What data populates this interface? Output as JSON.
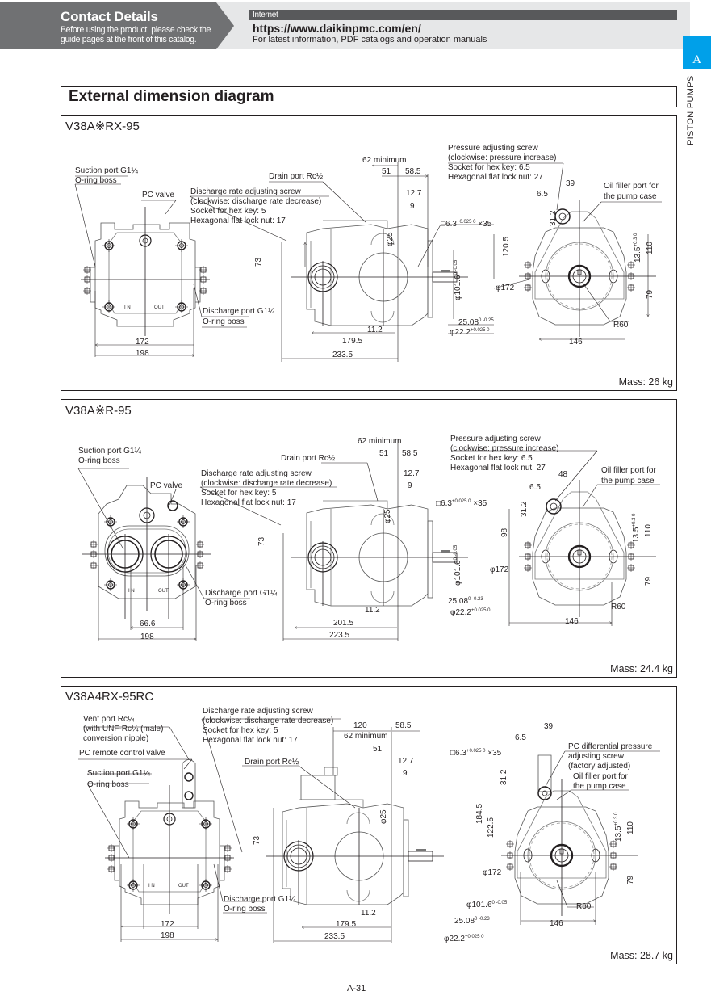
{
  "header": {
    "contact_title": "Contact Details",
    "contact_sub_line1": "Before using the product, please check the",
    "contact_sub_line2": "guide pages at the front of this catalog.",
    "internet_label": "Internet",
    "url": "https://www.daikinpmc.com/en/",
    "url_description": "For latest information, PDF catalogs and operation manuals"
  },
  "side_tab": {
    "letter": "A",
    "category": "PISTON PUMPS",
    "accent_color": "#00a0e9"
  },
  "section_title": "External dimension diagram",
  "panels": [
    {
      "model": "V38A※RX-95",
      "mass": "Mass: 26 kg",
      "labels": {
        "suction_1": "Suction port G1¼",
        "suction_2": "O-ring boss",
        "pc_valve": "PC valve",
        "drain": "Drain port Rc½",
        "discharge_rate_1": "Discharge rate adjusting screw",
        "discharge_rate_2": "(clockwise: discharge rate decrease)",
        "discharge_rate_3": "Socket for hex key: 5",
        "discharge_rate_4": "Hexagonal flat lock nut: 17",
        "discharge_port_1": "Discharge port G1¼",
        "discharge_port_2": "O-ring boss",
        "pressure_1": "Pressure adjusting screw",
        "pressure_2": "(clockwise: pressure increase)",
        "pressure_3": "Socket for hex key: 6.5",
        "pressure_4": "Hexagonal flat lock nut: 27",
        "oil_filler_1": "Oil filler port for",
        "oil_filler_2": "the pump case",
        "in": "I N",
        "out": "OUT"
      },
      "dims": {
        "front_inner_width": "172",
        "front_outer_width": "198",
        "min62": "62 minimum",
        "d51": "51",
        "d58_5": "58.5",
        "d12_7": "12.7",
        "d9": "9",
        "d73": "73",
        "phi25": "φ25",
        "key": "□6.3",
        "key_tol": "+0.025 0",
        "key_len": "×35",
        "phi101_6": "φ101.6",
        "phi101_6_tol": "0 -0.05",
        "d25_08": "25.08",
        "d25_08_tol": "0 -0.25",
        "phi22_2": "φ22.2",
        "phi22_2_tol": "+0.025 0",
        "d11_2": "11.2",
        "body_len": "179.5",
        "total_len": "233.5",
        "d39": "39",
        "d6_5": "6.5",
        "d31_2": "31.2",
        "height_upper": "120.5",
        "d13_5": "13.5",
        "d13_5_tol": "+0.3 0",
        "d110": "110",
        "d79": "79",
        "phi172": "φ172",
        "r60": "R60",
        "d146": "146"
      }
    },
    {
      "model": "V38A※R-95",
      "mass": "Mass: 24.4 kg",
      "labels": {
        "suction_1": "Suction port G1¼",
        "suction_2": "O-ring boss",
        "pc_valve": "PC valve",
        "drain": "Drain port Rc½",
        "discharge_rate_1": "Discharge rate adjusting screw",
        "discharge_rate_2": "(clockwise: discharge rate decrease)",
        "discharge_rate_3": "Socket for hex key: 5",
        "discharge_rate_4": "Hexagonal flat lock nut: 17",
        "discharge_port_1": "Discharge port G1¼",
        "discharge_port_2": "O-ring boss",
        "pressure_1": "Pressure adjusting screw",
        "pressure_2": "(clockwise: pressure increase)",
        "pressure_3": "Socket for hex key: 6.5",
        "pressure_4": "Hexagonal flat lock nut: 27",
        "oil_filler_1": "Oil filler port for",
        "oil_filler_2": "the pump case",
        "in": "I N",
        "out": "OUT"
      },
      "dims": {
        "port_pitch": "66.6",
        "front_outer_width": "198",
        "min62": "62 minimum",
        "d51": "51",
        "d58_5": "58.5",
        "d12_7": "12.7",
        "d9": "9",
        "d73": "73",
        "phi25": "φ25",
        "key": "□6.3",
        "key_tol": "+0.025 0",
        "key_len": "×35",
        "phi101_6": "φ101.6",
        "phi101_6_tol": "0 -0.05",
        "d25_08": "25.08",
        "d25_08_tol": "0 -0.23",
        "phi22_2": "φ22.2",
        "phi22_2_tol": "+0.025 0",
        "d11_2": "11.2",
        "body_len": "201.5",
        "total_len": "223.5",
        "d48": "48",
        "d6_5": "6.5",
        "d31_2": "31.2",
        "height_upper": "98",
        "d13_5": "13.5",
        "d13_5_tol": "+0.3 0",
        "d110": "110",
        "d79": "79",
        "phi172": "φ172",
        "r60": "R60",
        "d146": "146"
      }
    },
    {
      "model": "V38A4RX-95RC",
      "mass": "Mass: 28.7 kg",
      "labels": {
        "vent_1": "Vent port Rc¼",
        "vent_2": "(with UNF-Rc¼ (male)",
        "vent_3": "conversion nipple)",
        "pc_remote": "PC remote control valve",
        "suction_1": "Suction port G1¼",
        "suction_2": "O-ring boss",
        "drain": "Drain port Rc½",
        "discharge_rate_1": "Discharge rate adjusting screw",
        "discharge_rate_2": "(clockwise: discharge rate decrease)",
        "discharge_rate_3": "Socket for hex key: 5",
        "discharge_rate_4": "Hexagonal flat lock nut: 17",
        "discharge_port_1": "Discharge port G1¼",
        "discharge_port_2": "O-ring boss",
        "pc_diff_1": "PC differential pressure",
        "pc_diff_2": "adjusting screw",
        "pc_diff_3": "(factory adjusted)",
        "oil_filler_1": "Oil filler port for",
        "oil_filler_2": "the pump case",
        "in": "I N",
        "out": "OUT"
      },
      "dims": {
        "front_inner_width": "172",
        "front_outer_width": "198",
        "d120": "120",
        "min62": "62 minimum",
        "d51": "51",
        "d58_5": "58.5",
        "d12_7": "12.7",
        "d9": "9",
        "d73": "73",
        "phi25": "φ25",
        "key": "□6.3",
        "key_tol": "+0.025 0",
        "key_len": "×35",
        "phi101_6": "φ101.6",
        "phi101_6_tol": "0 -0.05",
        "d25_08": "25.08",
        "d25_08_tol": "0 -0.23",
        "phi22_2": "φ22.2",
        "phi22_2_tol": "+0.025 0",
        "d11_2": "11.2",
        "body_len": "179.5",
        "total_len": "233.5",
        "d39": "39",
        "d6_5": "6.5",
        "d31_2": "31.2",
        "height_total": "184.5",
        "height_upper": "122.5",
        "d13_5": "13.5",
        "d13_5_tol": "+0.3 0",
        "d110": "110",
        "d79": "79",
        "phi172": "φ172",
        "r60": "R60",
        "d146": "146"
      }
    }
  ],
  "footer": {
    "page_number": "A-31"
  }
}
